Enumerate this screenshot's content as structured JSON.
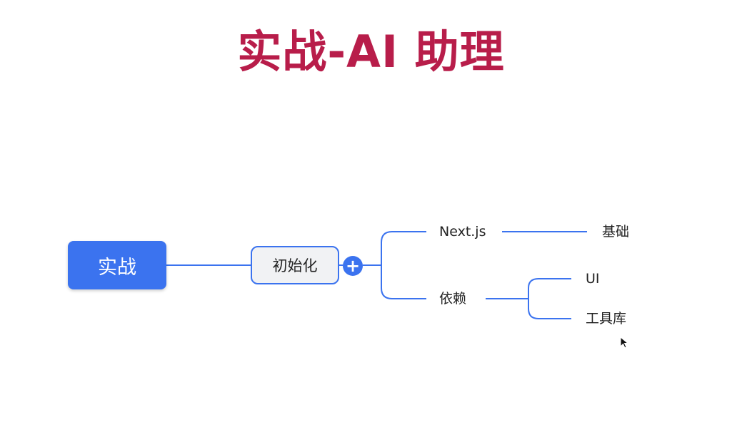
{
  "title": "实战-AI 助理",
  "mindmap": {
    "root": "实战",
    "level1": "初始化",
    "expand_symbol": "+",
    "level2": {
      "next": "Next.js",
      "deps": "依赖"
    },
    "level3": {
      "basics": "基础",
      "ui": "UI",
      "tools": "工具库"
    }
  },
  "colors": {
    "title": "#b81d4a",
    "accent": "#3b73ef"
  }
}
